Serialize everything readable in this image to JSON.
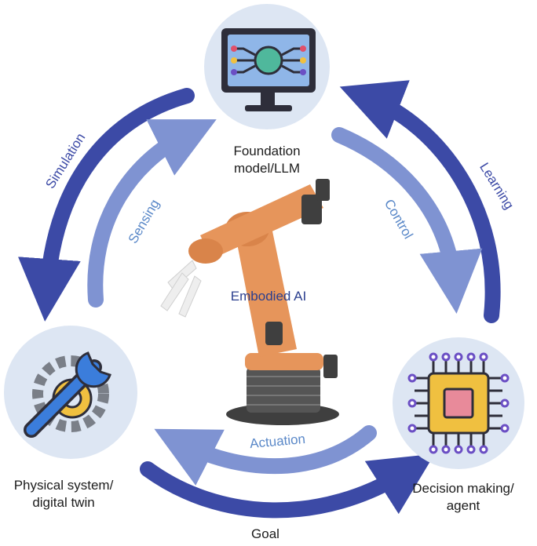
{
  "nodes": {
    "top": {
      "title_line1": "Foundation",
      "title_line2": "model/LLM",
      "icon": "monitor-network-icon"
    },
    "left": {
      "title_line1": "Physical system/",
      "title_line2": "digital twin",
      "icon": "gear-wrench-icon"
    },
    "right": {
      "title_line1": "Decision making/",
      "title_line2": "agent",
      "icon": "cpu-chip-icon"
    }
  },
  "center": {
    "label": "Embodied AI",
    "image": "robot-arm-image"
  },
  "arrows": {
    "simulation": "Simulation",
    "sensing": "Sensing",
    "control": "Control",
    "learning": "Learning",
    "actuation": "Actuation",
    "goal": "Goal"
  },
  "colors": {
    "dark_arrow": "#3c4aa6",
    "light_arrow": "#7f93d2",
    "node_circle": "#dde6f3",
    "label_dark": "#3c4aa6",
    "label_light": "#5a88c8",
    "robot": "#e6955b"
  }
}
